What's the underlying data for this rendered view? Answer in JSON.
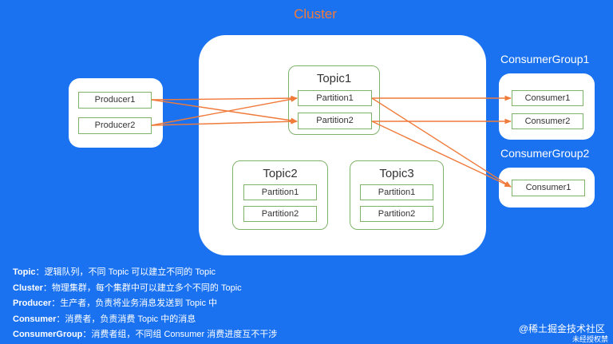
{
  "cluster_title": "Cluster",
  "producers": [
    "Producer1",
    "Producer2"
  ],
  "topic1": {
    "title": "Topic1",
    "partitions": [
      "Partition1",
      "Partition2"
    ]
  },
  "topic2": {
    "title": "Topic2",
    "partitions": [
      "Partition1",
      "Partition2"
    ]
  },
  "topic3": {
    "title": "Topic3",
    "partitions": [
      "Partition1",
      "Partition2"
    ]
  },
  "consumer_group1": {
    "title": "ConsumerGroup1",
    "consumers": [
      "Consumer1",
      "Consumer2"
    ]
  },
  "consumer_group2": {
    "title": "ConsumerGroup2",
    "consumers": [
      "Consumer1"
    ]
  },
  "legend": [
    {
      "term": "Topic",
      "desc": "：逻辑队列，不同 Topic 可以建立不同的 Topic"
    },
    {
      "term": "Cluster",
      "desc": "：物理集群，每个集群中可以建立多个不同的 Topic"
    },
    {
      "term": "Producer",
      "desc": "：生产者，负责将业务消息发送到 Topic 中"
    },
    {
      "term": "Consumer",
      "desc": "：消费者，负责消费 Topic 中的消息"
    },
    {
      "term": "ConsumerGroup",
      "desc": "：消费者组，不同组 Consumer 消费进度互不干涉"
    }
  ],
  "footer": {
    "credit": "@稀土掘金技术社区",
    "note": "未经授权禁"
  },
  "colors": {
    "background": "#1a72f0",
    "arrow": "#f07a3a",
    "box_border": "#7fb36a",
    "title_accent": "#f07a3a"
  }
}
